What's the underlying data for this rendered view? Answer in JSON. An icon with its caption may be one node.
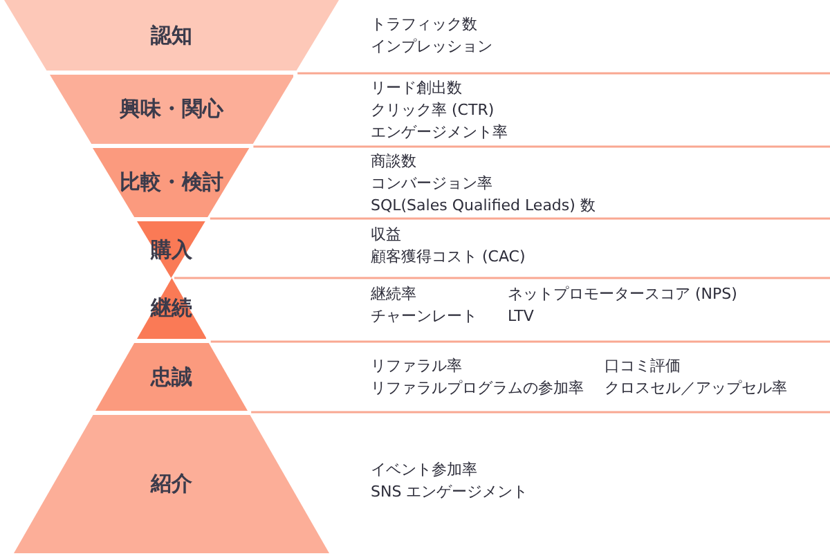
{
  "diagram": {
    "nodes": [
      {
        "text": [
          "認知"
        ],
        "beside": [
          "トラフィック数",
          "インプレッション"
        ]
      },
      {
        "text": [
          "興味・関心"
        ],
        "beside": [
          "リード創出数",
          "クリック率 (CTR)",
          "エンゲージメント率"
        ]
      },
      {
        "text": [
          "比較・検討"
        ],
        "beside": [
          "商談数",
          "コンバージョン率",
          "SQL(Sales Qualified Leads) 数"
        ]
      },
      {
        "text": [
          "購入"
        ],
        "beside": [
          "収益",
          "顧客獲得コスト (CAC)"
        ]
      },
      {
        "text": [
          "継続"
        ],
        "beside": [
          "継続率",
          "チャーンレート",
          "ネットプロモータースコア (NPS)",
          "LTV"
        ]
      },
      {
        "text": [
          "忠誠"
        ],
        "beside": [
          "リファラル率",
          "リファラルプログラムの参加率",
          "口コミ評価",
          "クロスセル／アップセル率"
        ]
      },
      {
        "text": [
          "紹介"
        ],
        "beside": [
          "イベント参加率",
          "SNS エンゲージメント"
        ]
      }
    ]
  }
}
